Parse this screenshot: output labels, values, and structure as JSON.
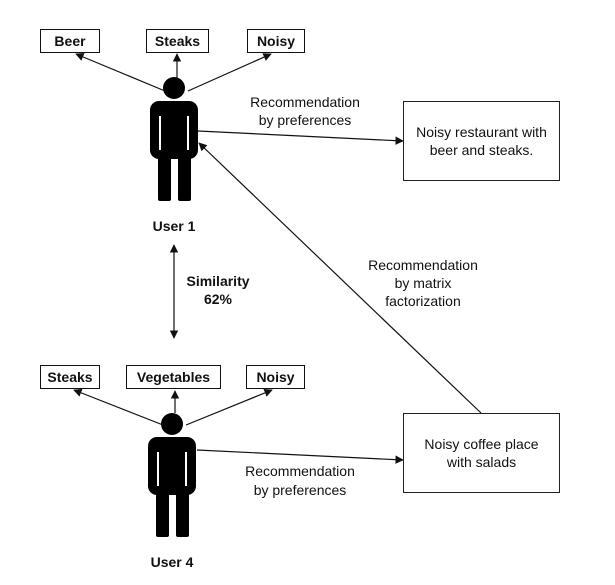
{
  "user1": {
    "label": "User 1",
    "tags": [
      "Beer",
      "Steaks",
      "Noisy"
    ]
  },
  "user4": {
    "label": "User 4",
    "tags": [
      "Steaks",
      "Vegetables",
      "Noisy"
    ]
  },
  "similarity": {
    "title": "Similarity",
    "value": "62%"
  },
  "results": {
    "restaurant": {
      "line1": "Noisy restaurant with",
      "line2": "beer and steaks."
    },
    "coffee": {
      "line1": "Noisy coffee place",
      "line2": "with salads"
    }
  },
  "edges": {
    "pref_top": {
      "line1": "Recommendation",
      "line2": "by preferences"
    },
    "pref_bottom": {
      "line1": "Recommendation",
      "line2": "by preferences"
    },
    "matrix": {
      "line1": "Recommendation",
      "line2": "by matrix",
      "line3": "factorization"
    }
  },
  "colors": {
    "stroke": "#111111",
    "figure": "#000000",
    "background": "#ffffff"
  }
}
